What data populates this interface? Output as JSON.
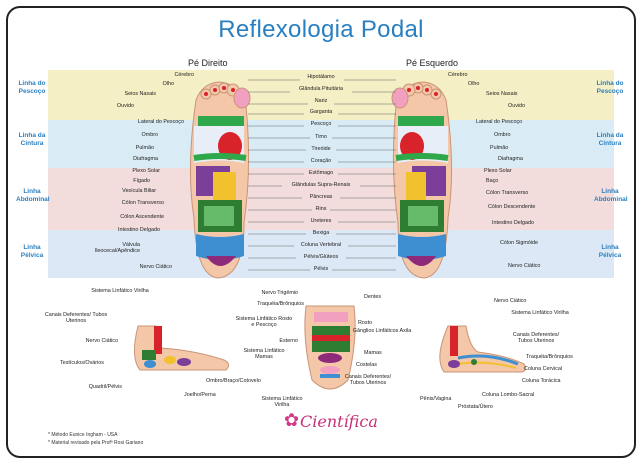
{
  "title": "Reflexologia Podal",
  "headers": {
    "right_foot": "Pé Direito",
    "left_foot": "Pé Esquerdo"
  },
  "zones": [
    "Linha do Pescoço",
    "Linha da Cintura",
    "Linha Abdominal",
    "Linha Pélvica"
  ],
  "center_labels": [
    "Hipotálamo",
    "Glândula Pituitária",
    "Nariz",
    "Garganta",
    "Pescoço",
    "Timo",
    "Tireóide",
    "Coração",
    "Estômago",
    "Glândulas Supra-Renais",
    "Pâncreas",
    "Rins",
    "Ureteres",
    "Bexiga",
    "Coluna Vertebral",
    "Pélvis/Glúteos",
    "Pélvis"
  ],
  "right_labels": [
    "Cérebro",
    "Olho",
    "Seios Nasais",
    "Ouvido",
    "Lateral do Pescoço",
    "Ombro",
    "Pulmão",
    "Diafragma",
    "Plexo Solar",
    "Fígado",
    "Vesícula Biliar",
    "Cólon Transverso",
    "Cólon Ascendente",
    "Intestino Delgado",
    "Válvula Ileocecal/Apêndice",
    "Nervo Ciático"
  ],
  "left_labels": [
    "Cérebro",
    "Olho",
    "Seios Nasais",
    "Ouvido",
    "Lateral do Pescoço",
    "Ombro",
    "Pulmão",
    "Diafragma",
    "Plexo Solar",
    "Baço",
    "Cólon Transverso",
    "Cólon Descendente",
    "Intestino Delgado",
    "Cólon Sigmóide",
    "Nervo Ciático"
  ],
  "bottom_left_labels": [
    "Sistema Linfático Virilha",
    "Canais Deferentes/ Tubos Uterinos",
    "Nervo Ciático",
    "Testículos/Ovários",
    "Quadril/Pélvis",
    "Ombro/Braço/Cotovelo",
    "Joelho/Perna"
  ],
  "bottom_mid_labels": [
    "Nervo Trigêmio",
    "Traquéia/Brônquios",
    "Sistema Linfático Rosto e Pescoço",
    "Esterno",
    "Sistema Linfático Mamas",
    "Dentes",
    "Rosto",
    "Gânglios Linfáticos Axila",
    "Mamas",
    "Costelas",
    "Canais Deferentes/ Tubos Uterinos",
    "Sistema Linfático Virilha"
  ],
  "bottom_right_labels": [
    "Nervo Ciático",
    "Sistema Linfático Virilha",
    "Canais Deferentes/ Tubos Uterinos",
    "Traquéia/Brônquios",
    "Coluna Cervical",
    "Coluna Torácica",
    "Coluna Lombo-Sacral",
    "Pênis/Vagina",
    "Próstata/Útero"
  ],
  "notes": [
    "* Método Eunice Ingham - USA",
    "* Material revisado pela Profª Rosi Gariano"
  ],
  "brand": "Científica",
  "colors": {
    "title": "#2a7fc0",
    "neck": "#f4efc4",
    "waist": "#d9ecf6",
    "abdominal": "#f2dcdc",
    "pelvic": "#dce8f5",
    "skin": "#f3c7a8",
    "brand": "#c7307a"
  }
}
